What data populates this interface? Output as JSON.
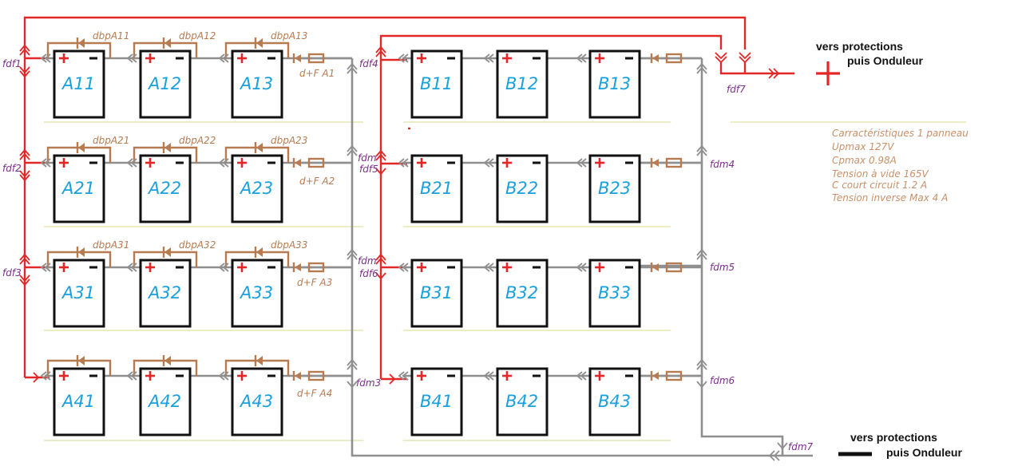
{
  "panels": {
    "A": [
      [
        "A11",
        "A12",
        "A13"
      ],
      [
        "A21",
        "A22",
        "A23"
      ],
      [
        "A31",
        "A32",
        "A33"
      ],
      [
        "A41",
        "A42",
        "A43"
      ]
    ],
    "B": [
      [
        "B11",
        "B12",
        "B13"
      ],
      [
        "B21",
        "B22",
        "B23"
      ],
      [
        "B31",
        "B32",
        "B33"
      ],
      [
        "B41",
        "B42",
        "B43"
      ]
    ]
  },
  "bypass_diodes": [
    [
      "dbpA11",
      "dbpA12",
      "dbpA13"
    ],
    [
      "dbpA21",
      "dbpA22",
      "dbpA23"
    ],
    [
      "dbpA31",
      "dbpA32",
      "dbpA33"
    ]
  ],
  "string_diode_fuse_A": [
    "d+F A1",
    "d+F A2",
    "d+F A3",
    "d+F A4"
  ],
  "fuses": {
    "positive": [
      "fdf1",
      "fdf2",
      "fdf3",
      "fdf4",
      "fdf5",
      "fdf6",
      "fdf7"
    ],
    "negative": [
      "fdm",
      "fdm",
      "fdm3",
      "fdm4",
      "fdm5",
      "fdm6",
      "fdm7"
    ]
  },
  "outputs": {
    "positive_line1": "vers protections",
    "positive_line2": "puis Onduleur",
    "negative_line1": "vers  protections",
    "negative_line2": "puis Onduleur"
  },
  "panel_specs": [
    "Carractéristiques 1 panneau",
    "Upmax 127V",
    "Cpmax 0.98A",
    "Tension à vide 165V",
    "C court circuit 1.2 A",
    "Tension inverse Max 4 A"
  ],
  "colors": {
    "positive": "#e32626",
    "negative": "#8f8f8f",
    "protection": "#b67b51",
    "panel_label": "#1aa0dc",
    "fuse_label": "#7b2e8a"
  }
}
